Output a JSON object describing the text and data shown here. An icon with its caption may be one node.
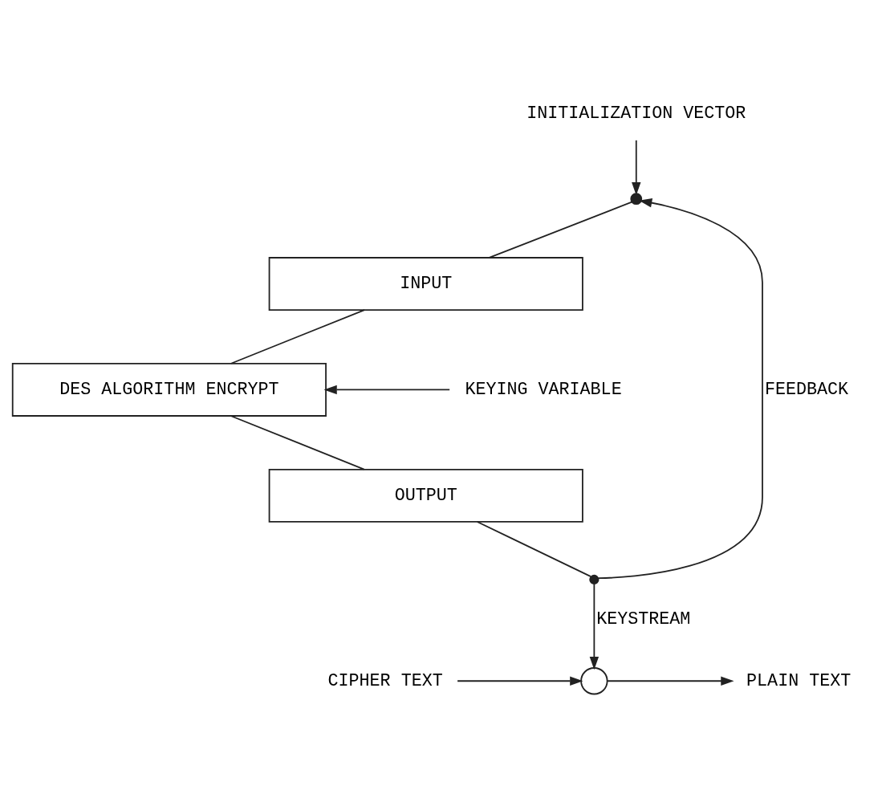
{
  "diagram": {
    "nodes": [
      {
        "text": [
          "INITIALIZATION VECTOR"
        ]
      },
      {
        "text": [],
        "shape": "switch"
      },
      {
        "text": [
          "INPUT"
        ]
      },
      {
        "text": [
          "DES ALGORITHM ENCRYPT"
        ]
      },
      {
        "text": [
          "KEYING VARIABLE"
        ]
      },
      {
        "text": [
          "OUTPUT"
        ]
      },
      {
        "text": [],
        "shape": "dot"
      },
      {
        "text": [],
        "shape": "circle"
      },
      {
        "text": [
          "CIPHER TEXT"
        ]
      },
      {
        "text": [
          "PLAIN TEXT"
        ]
      }
    ],
    "edges": [
      {
        "from": 0,
        "to": 1,
        "arrow": "to"
      },
      {
        "from": 6,
        "to": 1,
        "arrow": "to",
        "label": "FEEDBACK"
      },
      {
        "from": 1,
        "to": 2,
        "arrow": "none"
      },
      {
        "from": 2,
        "to": 3,
        "arrow": "none"
      },
      {
        "from": 4,
        "to": 3,
        "arrow": "to"
      },
      {
        "from": 3,
        "to": 5,
        "arrow": "none"
      },
      {
        "from": 5,
        "to": 6,
        "arrow": "none"
      },
      {
        "from": 6,
        "to": 7,
        "arrow": "to",
        "label": "KEYSTREAM"
      },
      {
        "from": 8,
        "to": 7,
        "arrow": "to"
      },
      {
        "from": 7,
        "to": 9,
        "arrow": "to"
      }
    ]
  }
}
